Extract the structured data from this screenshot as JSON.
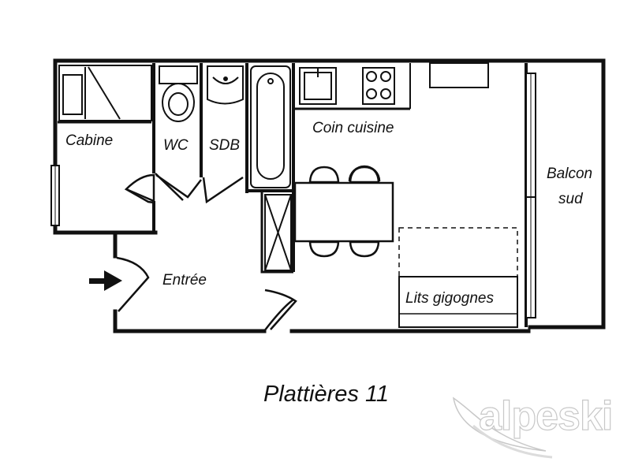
{
  "rooms": {
    "cabine": "Cabine",
    "wc": "WC",
    "sdb": "SDB",
    "coin_cuisine": "Coin cuisine",
    "balcon_line1": "Balcon",
    "balcon_line2": "sud",
    "entree": "Entrée",
    "lits": "Lits gigognes"
  },
  "caption": "Plattières 11",
  "logo": "alpeski",
  "colors": {
    "wall": "#111111",
    "background": "#ffffff",
    "logo_outline": "#c8c8c8"
  }
}
